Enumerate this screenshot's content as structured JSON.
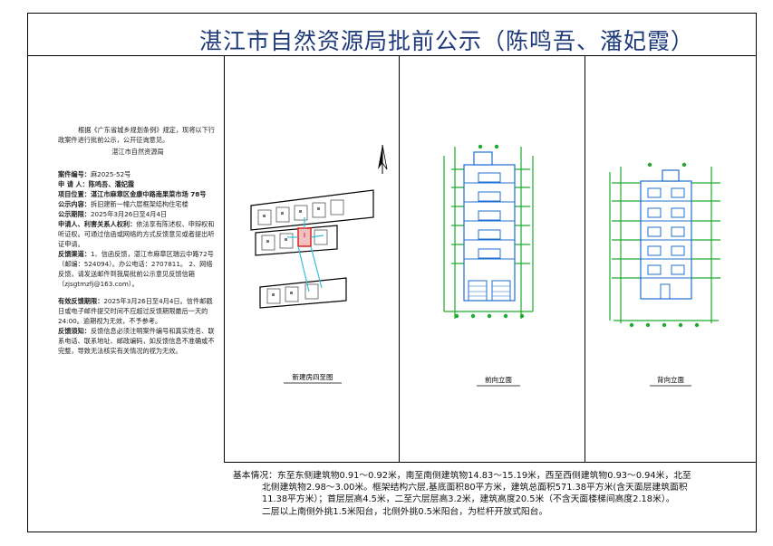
{
  "title": "湛江市自然资源局批前公示（陈鸣吾、潘妃霞）",
  "left_panel": {
    "intro": "根据《广东省城乡规划条例》规定，现将以下行政案件进行批前公示，公开征询意见。",
    "issuer": "湛江市自然资源局",
    "case_no": {
      "label": "案件编号：",
      "value": "麻2025-52号"
    },
    "applicant": {
      "label": "申 请 人：",
      "value": "陈鸣吾、潘妃霞"
    },
    "location": {
      "label": "项目位置：",
      "value": "湛江市麻章区金康中路南果菜市场 78号"
    },
    "content": {
      "label": "公示内容：",
      "value": "拆旧建新一幢六层框架结构住宅楼"
    },
    "period": {
      "label": "公示期限：",
      "value": "2025年3月26日至4月4日"
    },
    "rights": {
      "label": "申请人、利害关系人权利：",
      "value": "依法享有陈述权、申辩权和听证权。可通过信函或网络的方式反馈意见或者提出听证申请。"
    },
    "channel": {
      "label": "反馈渠道：",
      "value": "1、信函反馈，湛江市麻章区瑞云中路72号（邮编：524094）。办公电话：2707811。 2、网络反馈，请发送邮件到我局批前公示意见反馈信箱（zjsgtmzfj@163.com）。"
    },
    "deadline": {
      "label": "有效反馈期限：",
      "value": "2025年3月26日至4月4日。信件邮戳日或电子邮件提交时间不应超过反馈期限最后一天的24:00。逾期视为无效，不予参考。"
    },
    "notice": {
      "label": "反馈须知：",
      "value": "反馈信息必须注明案件编号和真实姓名、联系电话、联系地址、邮政编码，如反馈信息不准确或不完整，导致无法核实有关情况的视为无效。"
    }
  },
  "drawings": {
    "site_plan_caption": "新建房四至图",
    "front_caption": "前向立面",
    "back_caption": "背向立面"
  },
  "info": {
    "label": "基本情况：",
    "line1": "东至东侧建筑物0.91～0.92米，南至南侧建筑物14.83～15.19米，西至西侧建筑物0.93～0.94米，北至",
    "line2": "北侧建筑物2.98～3.00米。框架结构六层,基底面积80平方米，建筑总面积571.38平方米(含天面层建筑面积",
    "line3": "11.38平方米）；首层层高4.5米，二至六层层高3.2米，建筑高度20.5米（不含天面楼梯间高度2.18米）。",
    "line4": "二层以上南侧外挑1.5米阳台，北侧外挑0.5米阳台，为栏杆开放式阳台。"
  },
  "colors": {
    "title": "#1f3a7a",
    "dimension": "#1faa2e",
    "outline": "#1f6fd0",
    "site": "#33c0d8",
    "highlight": "#e02020"
  }
}
